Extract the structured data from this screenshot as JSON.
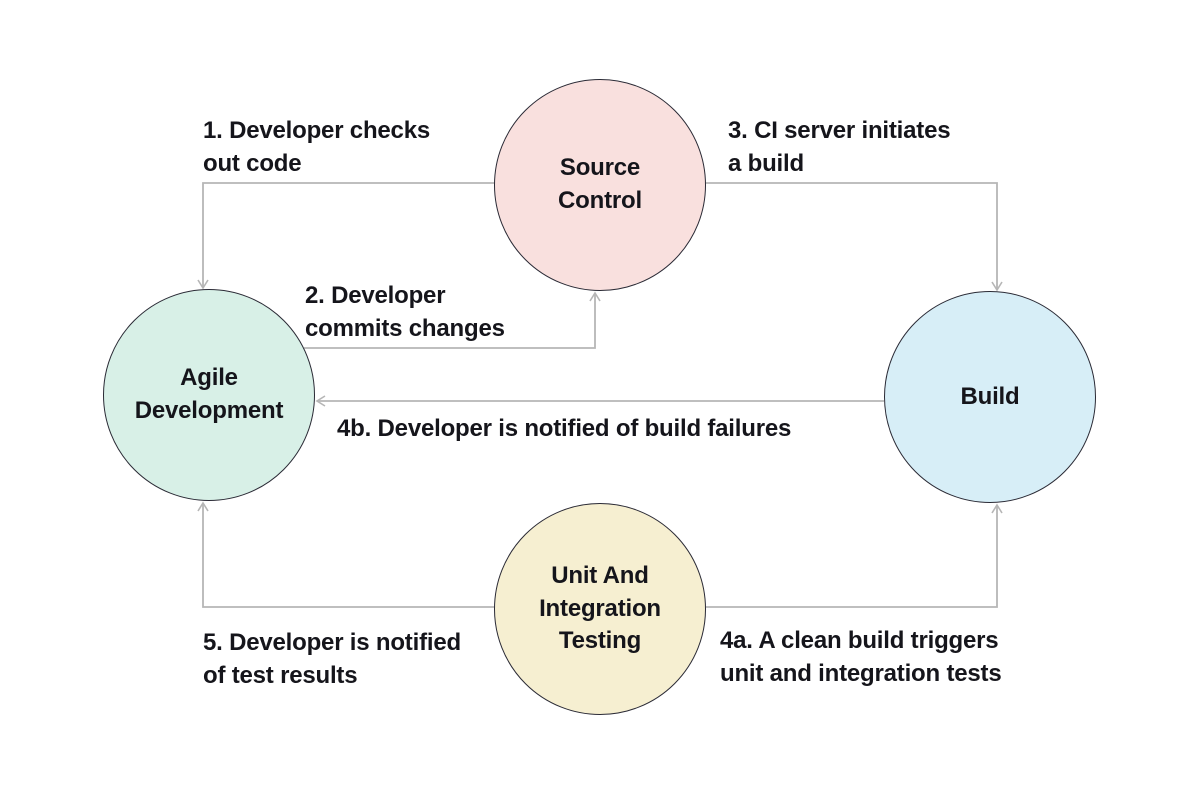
{
  "diagram": {
    "background_color": "#ffffff",
    "line_color": "#b6b6b6",
    "node_border_color": "#2a2a35",
    "text_color": "#15151b"
  },
  "nodes": {
    "source_control": {
      "label": "Source\nControl",
      "color": "#f9e0de"
    },
    "agile_development": {
      "label": "Agile\nDevelopment",
      "color": "#d8f0e7"
    },
    "build": {
      "label": "Build",
      "color": "#d7eef7"
    },
    "unit_integration_testing": {
      "label": "Unit And\nIntegration\nTesting",
      "color": "#f6efd1"
    }
  },
  "edge_labels": {
    "step1": "1. Developer checks\nout code",
    "step2": "2. Developer\ncommits changes",
    "step3": "3. CI server initiates\na build",
    "step4a": "4a. A clean build triggers\nunit and integration tests",
    "step4b": "4b. Developer is notified of build failures",
    "step5": "5. Developer is notified\nof test results"
  }
}
